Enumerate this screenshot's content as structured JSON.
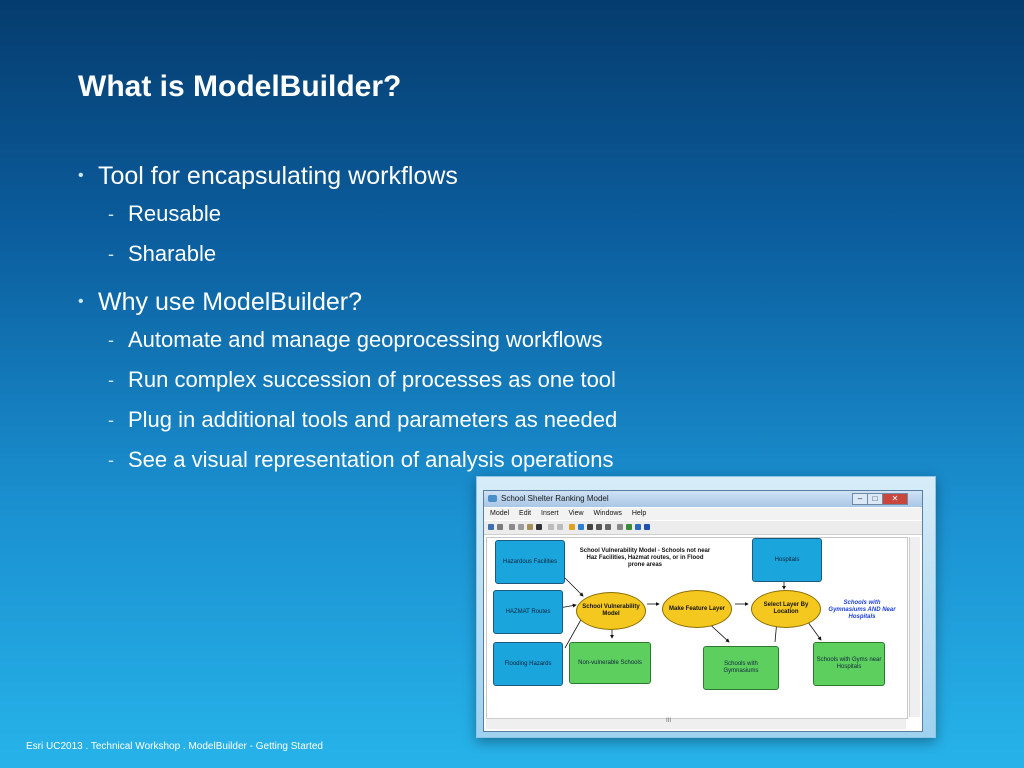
{
  "slide": {
    "title": "What is ModelBuilder?",
    "bullets": [
      {
        "text": "Tool for encapsulating workflows",
        "subs": [
          "Reusable",
          "Sharable"
        ]
      },
      {
        "text": "Why use ModelBuilder?",
        "subs": [
          "Automate and manage geoprocessing workflows",
          "Run complex succession of processes as one tool",
          "Plug in additional tools and parameters as needed",
          "See a visual representation of analysis operations"
        ]
      }
    ],
    "footer": "Esri UC2013 . Technical Workshop . ModelBuilder - Getting Started"
  },
  "window": {
    "title": "School Shelter Ranking Model",
    "menu": [
      "Model",
      "Edit",
      "Insert",
      "View",
      "Windows",
      "Help"
    ],
    "controls": {
      "min": "–",
      "max": "□",
      "close": "✕"
    },
    "hscroll_label": "III"
  },
  "model": {
    "inputs": [
      "Hazardous Facilities",
      "HAZMAT Routes",
      "Flooding Hazards",
      "Hospitals"
    ],
    "tools": [
      "School Vulnerability Model",
      "Make Feature Layer",
      "Select Layer By Location"
    ],
    "outputs": [
      "Non-vulnerable Schools",
      "Schools with Gymnasiums",
      "Schools with Gyms near Hospitals"
    ],
    "note": "School Vulnerability Model - Schools not near Haz Facilities, Hazmat routes, or in Flood prone areas",
    "note_blue": "Schools with Gymnasiums AND Near Hospitals",
    "colors": {
      "input": "#1aa5dc",
      "tool": "#f5c81f",
      "output": "#5dcf5f"
    }
  }
}
